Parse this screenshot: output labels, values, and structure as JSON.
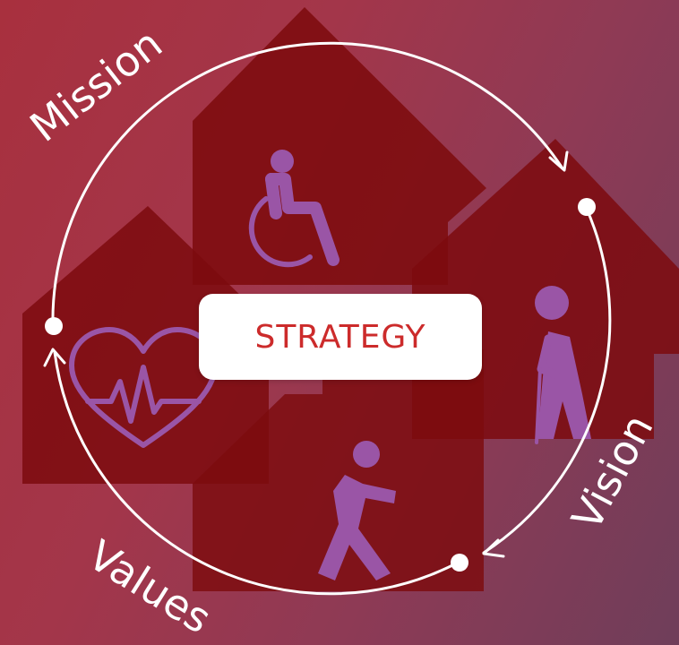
{
  "center": {
    "label": "STRATEGY"
  },
  "cycle": {
    "labels": {
      "mission": "Mission",
      "vision": "Vision",
      "values": "Values"
    }
  },
  "houses": [
    {
      "icon": "wheelchair-user-icon"
    },
    {
      "icon": "elderly-person-cane-icon"
    },
    {
      "icon": "heartbeat-icon"
    },
    {
      "icon": "falling-person-icon"
    }
  ],
  "colors": {
    "background_left": "#a8303e",
    "background_right": "#6f3e5a",
    "house": "#7d0b0e",
    "icon": "#9a55a6",
    "ring": "#ffffff",
    "strategy_text": "#cc2b2b"
  }
}
